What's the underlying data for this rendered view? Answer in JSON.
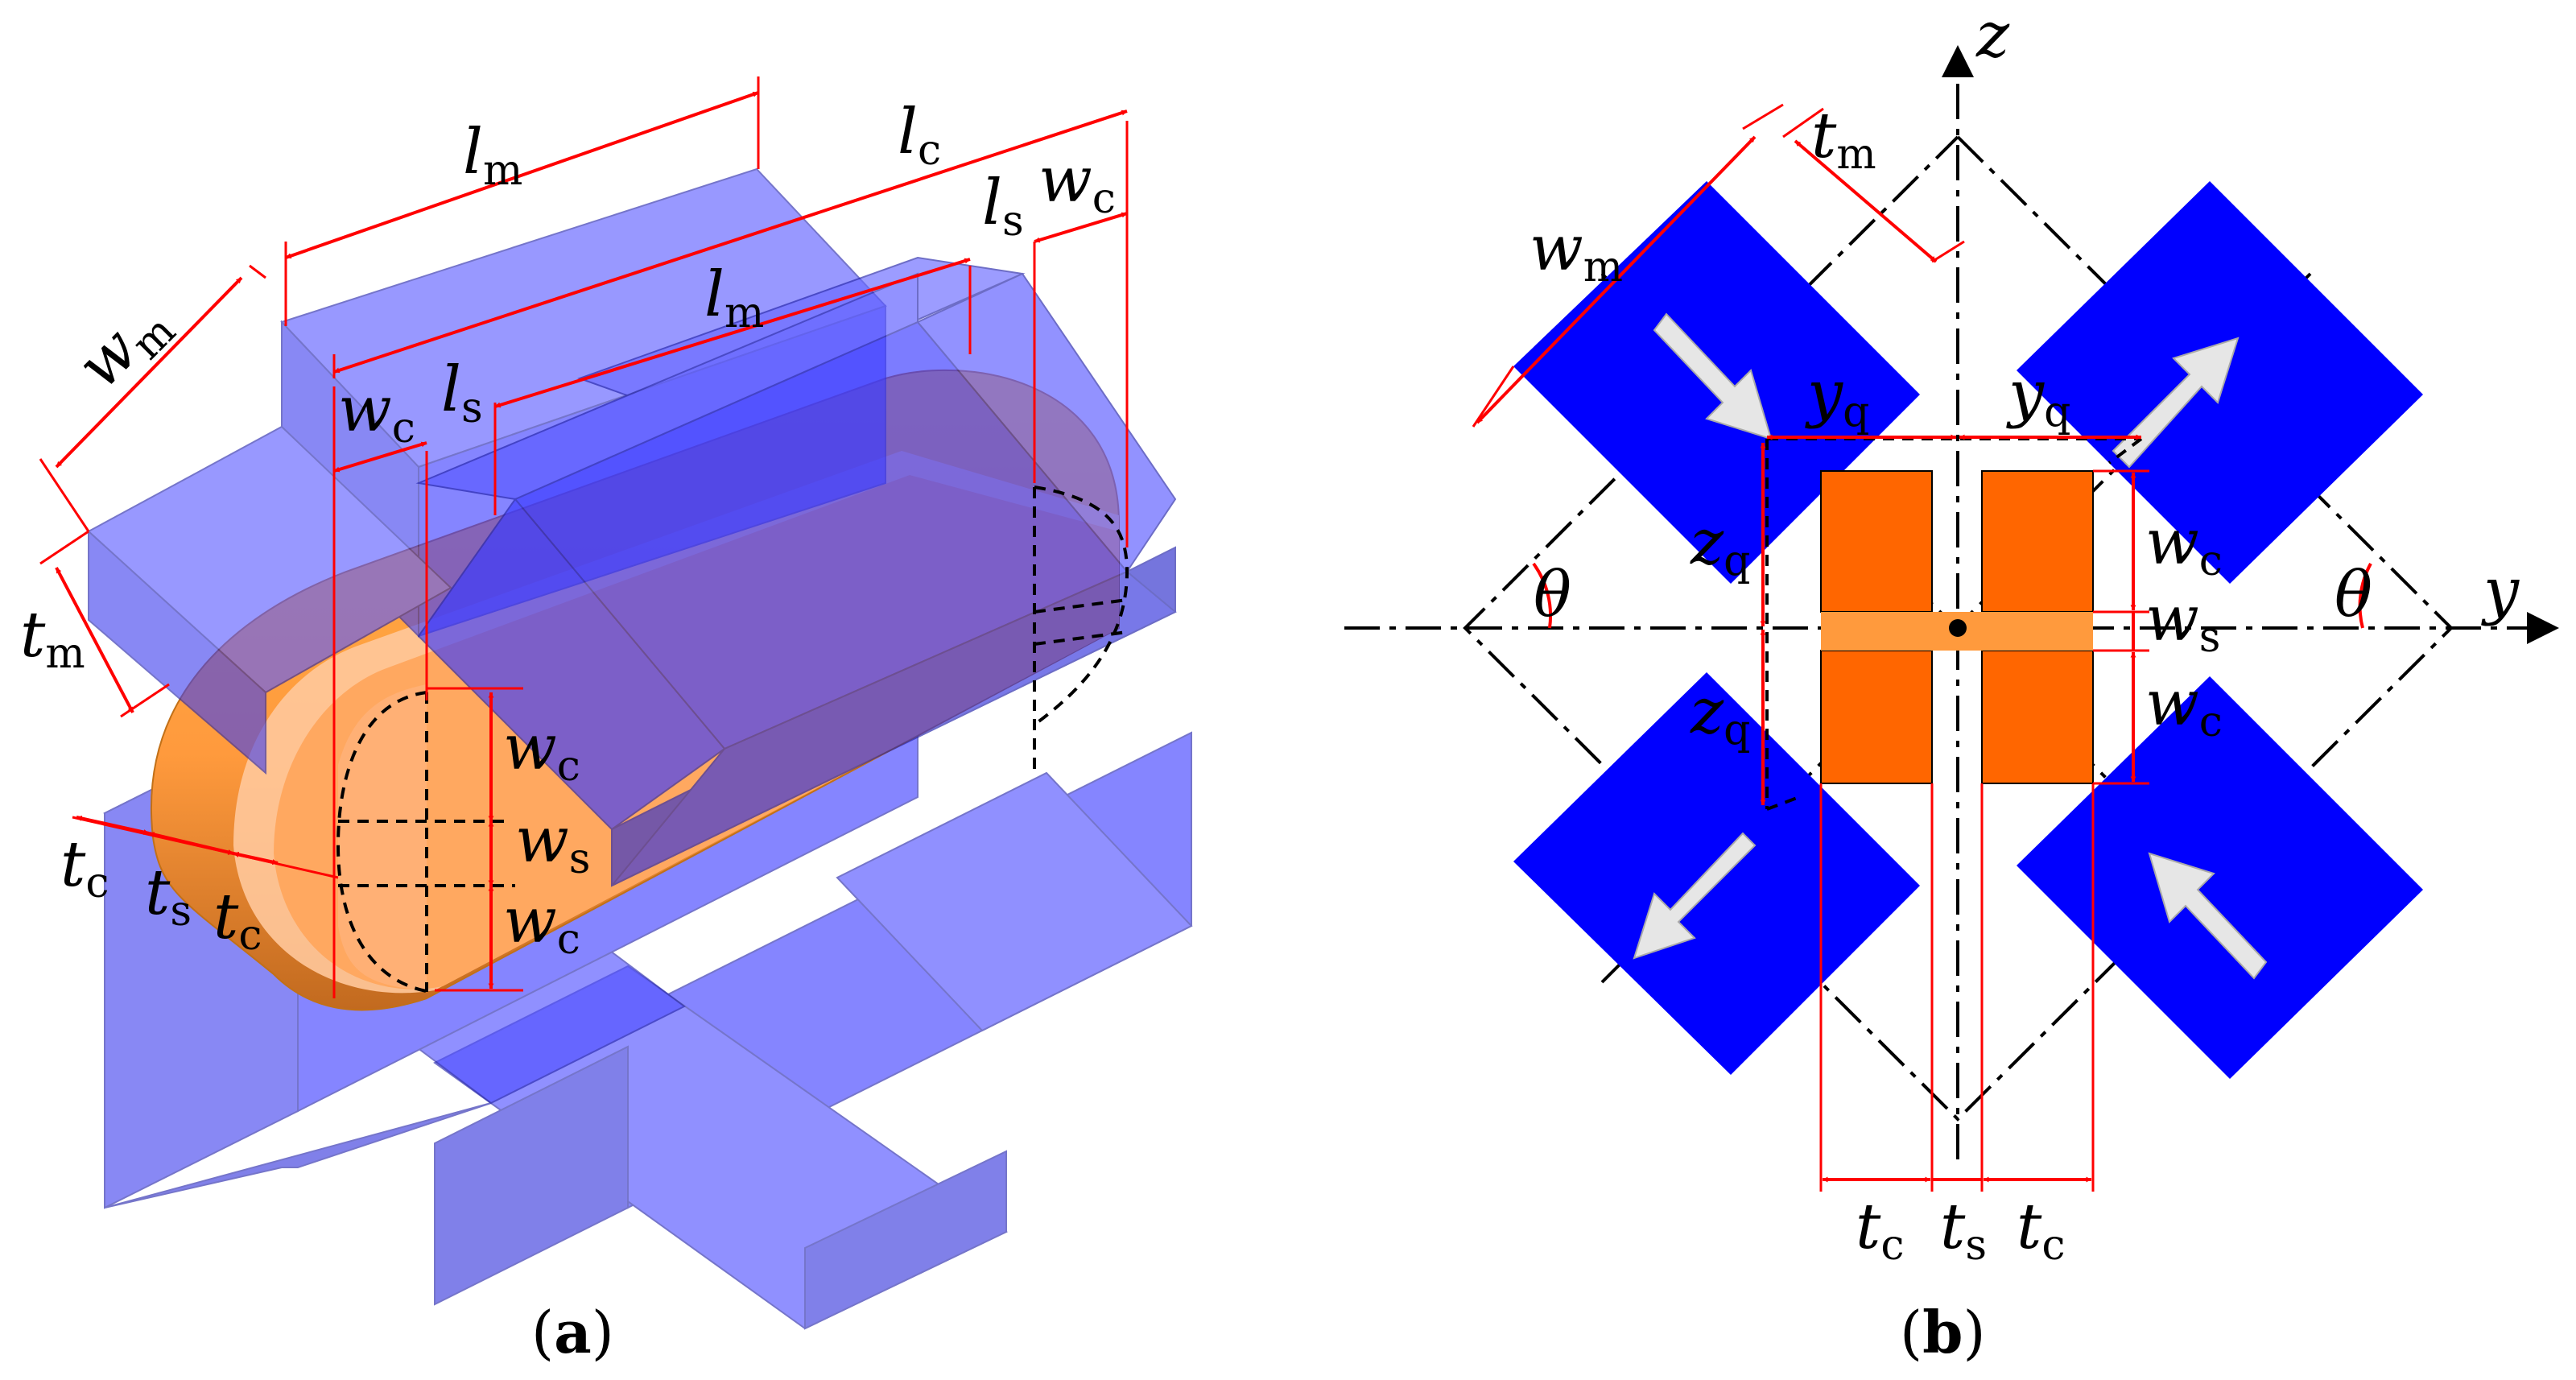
{
  "colors": {
    "magnet": "#0000ff",
    "magnet_translucent": "#4d4dff",
    "coil_3d": "#ff9a3d",
    "coil_2d": "#ff6600",
    "dimension": "#ff0000",
    "arrow": "#e6e6e6"
  },
  "panel_a": {
    "caption": {
      "open": "(",
      "letter": "a",
      "close": ")"
    },
    "labels": {
      "lm_top": {
        "main": "l",
        "sub": "m"
      },
      "lc": {
        "main": "l",
        "sub": "c"
      },
      "ls_top": {
        "main": "l",
        "sub": "s"
      },
      "wc_top": {
        "main": "w",
        "sub": "c"
      },
      "lm_mid": {
        "main": "l",
        "sub": "m"
      },
      "wc_mid": {
        "main": "w",
        "sub": "c"
      },
      "ls_mid": {
        "main": "l",
        "sub": "s"
      },
      "wm": {
        "main": "w",
        "sub": "m"
      },
      "tm": {
        "main": "t",
        "sub": "m"
      },
      "wc_upper": {
        "main": "w",
        "sub": "c"
      },
      "ws": {
        "main": "w",
        "sub": "s"
      },
      "wc_lower": {
        "main": "w",
        "sub": "c"
      },
      "tc_left": {
        "main": "t",
        "sub": "c"
      },
      "ts": {
        "main": "t",
        "sub": "s"
      },
      "tc_right": {
        "main": "t",
        "sub": "c"
      }
    }
  },
  "panel_b": {
    "caption": {
      "open": "(",
      "letter": "b",
      "close": ")"
    },
    "axes": {
      "z": "z",
      "y": "y"
    },
    "angle": "θ",
    "labels": {
      "tm": {
        "main": "t",
        "sub": "m"
      },
      "wm": {
        "main": "w",
        "sub": "m"
      },
      "yq_left": {
        "main": "y",
        "sub": "q"
      },
      "yq_right": {
        "main": "y",
        "sub": "q"
      },
      "zq_upper": {
        "main": "z",
        "sub": "q"
      },
      "zq_lower": {
        "main": "z",
        "sub": "q"
      },
      "wc_upper": {
        "main": "w",
        "sub": "c"
      },
      "ws": {
        "main": "w",
        "sub": "s"
      },
      "wc_lower": {
        "main": "w",
        "sub": "c"
      },
      "tc_left": {
        "main": "t",
        "sub": "c"
      },
      "ts": {
        "main": "t",
        "sub": "s"
      },
      "tc_right": {
        "main": "t",
        "sub": "c"
      }
    }
  }
}
